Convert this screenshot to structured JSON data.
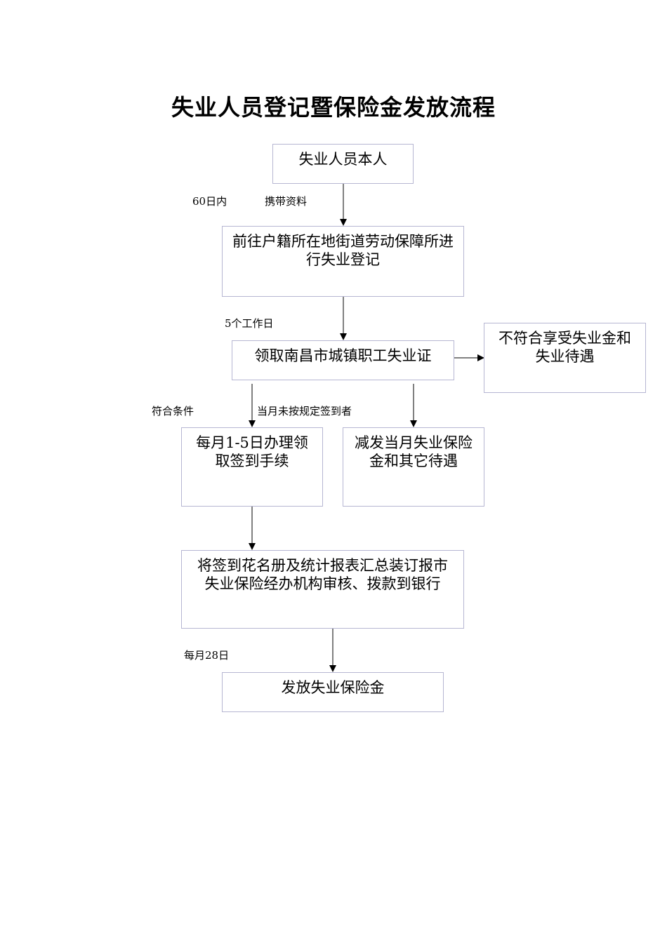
{
  "title": "失业人员登记暨保险金发放流程",
  "nodes": {
    "start": "失业人员本人",
    "register": "前往户籍所在地街道劳动保障所进行失业登记",
    "certificate": "领取南昌市城镇职工失业证",
    "not_eligible": "不符合享受失业金和失业待遇",
    "monthly_signin": "每月1-5日办理领取签到手续",
    "reduce": "减发当月失业保险金和其它待遇",
    "submit": "将签到花名册及统计报表汇总装订报市失业保险经办机构审核、拨款到银行",
    "issue": "发放失业保险金"
  },
  "edge_labels": {
    "within_60_days": "60日内",
    "bring_materials": "携带资料",
    "five_workdays": "5个工作日",
    "eligible": "符合条件",
    "not_signed": "当月未按规定签到者",
    "monthly_28": "每月28日"
  }
}
